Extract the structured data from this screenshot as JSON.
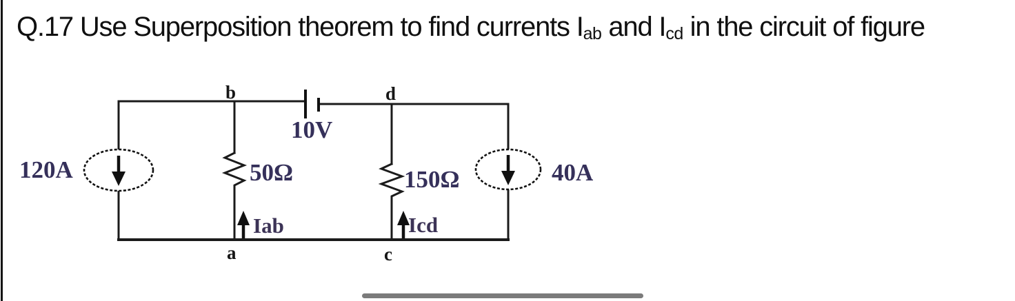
{
  "title": {
    "part1": "Q.17 Use Superposition theorem to find currents I",
    "sub1": "ab",
    "part2": " and I",
    "sub2": "cd",
    "part3": " in the circuit of figure"
  },
  "circuit": {
    "left_source": {
      "label": "120A",
      "type": "current-source",
      "direction": "down"
    },
    "right_source": {
      "label": "40A",
      "type": "current-source",
      "direction": "down"
    },
    "voltage_source": {
      "label": "10V",
      "type": "battery"
    },
    "resistor_left": {
      "label": "50Ω"
    },
    "resistor_right": {
      "label": "150Ω"
    },
    "current_left": {
      "label": "Iab",
      "direction": "up"
    },
    "current_right": {
      "label": "Icd",
      "direction": "up"
    },
    "nodes": {
      "a": "a",
      "b": "b",
      "c": "c",
      "d": "d"
    }
  },
  "colors": {
    "ink_line": "#1b1b1b",
    "label_ink": "#35305a",
    "node_ink": "#161616",
    "divider_gray": "#7b7b7b",
    "background": "#ffffff"
  }
}
